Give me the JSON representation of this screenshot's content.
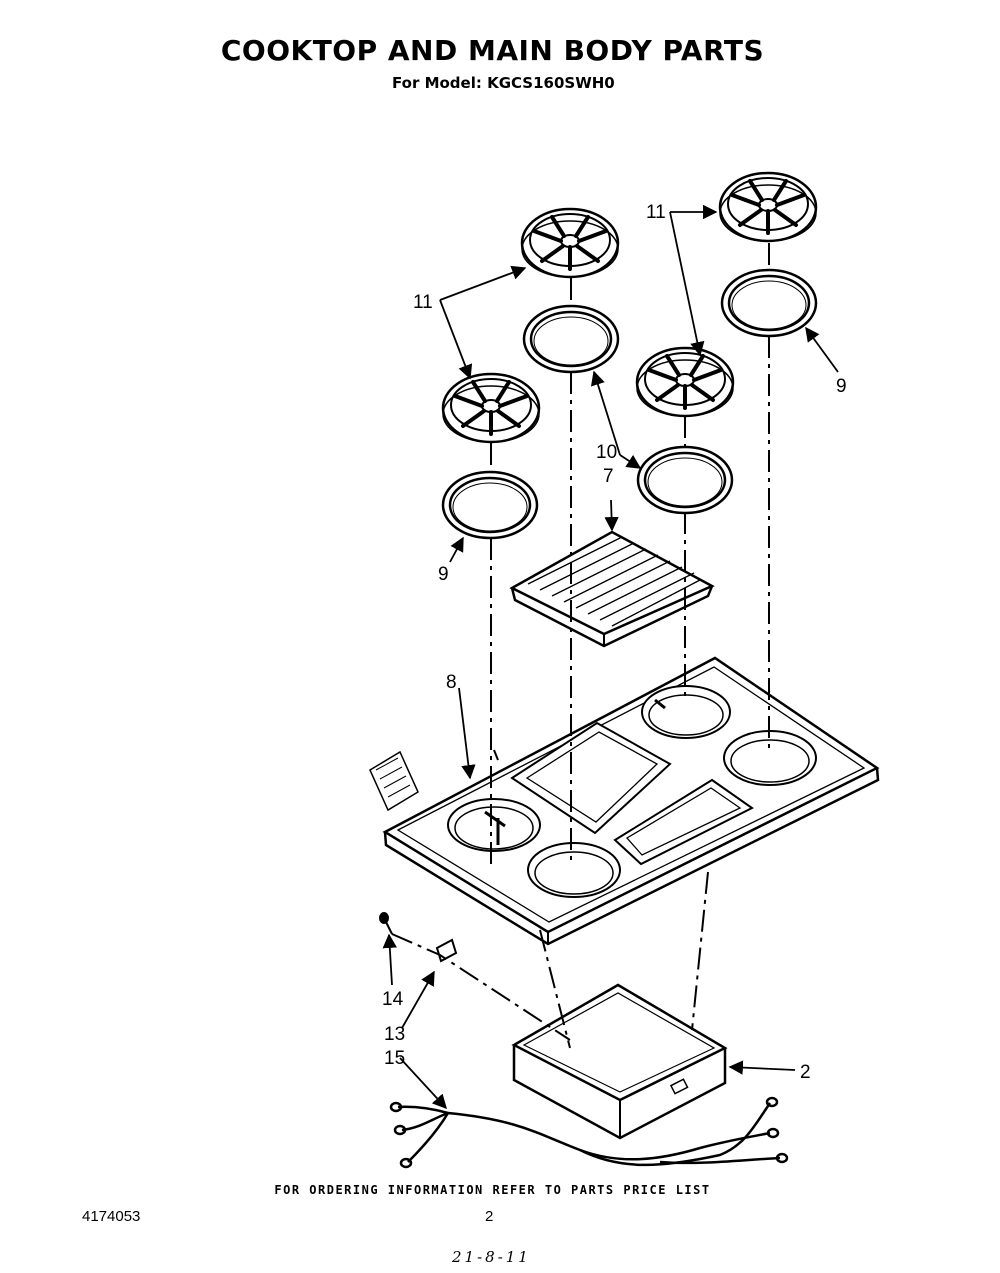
{
  "header": {
    "title": "COOKTOP AND MAIN BODY PARTS",
    "subtitle": "For Model: KGCS160SWH0"
  },
  "callouts": {
    "c11a": "11",
    "c11b": "11",
    "c9a": "9",
    "c9b": "9",
    "c10": "10",
    "c7": "7",
    "c8": "8",
    "c14": "14",
    "c13": "13",
    "c15": "15",
    "c2": "2"
  },
  "footer": {
    "note": "FOR ORDERING INFORMATION REFER TO PARTS PRICE LIST",
    "doc_number": "4174053",
    "page_number": "2",
    "handwritten": "21-8-11"
  }
}
